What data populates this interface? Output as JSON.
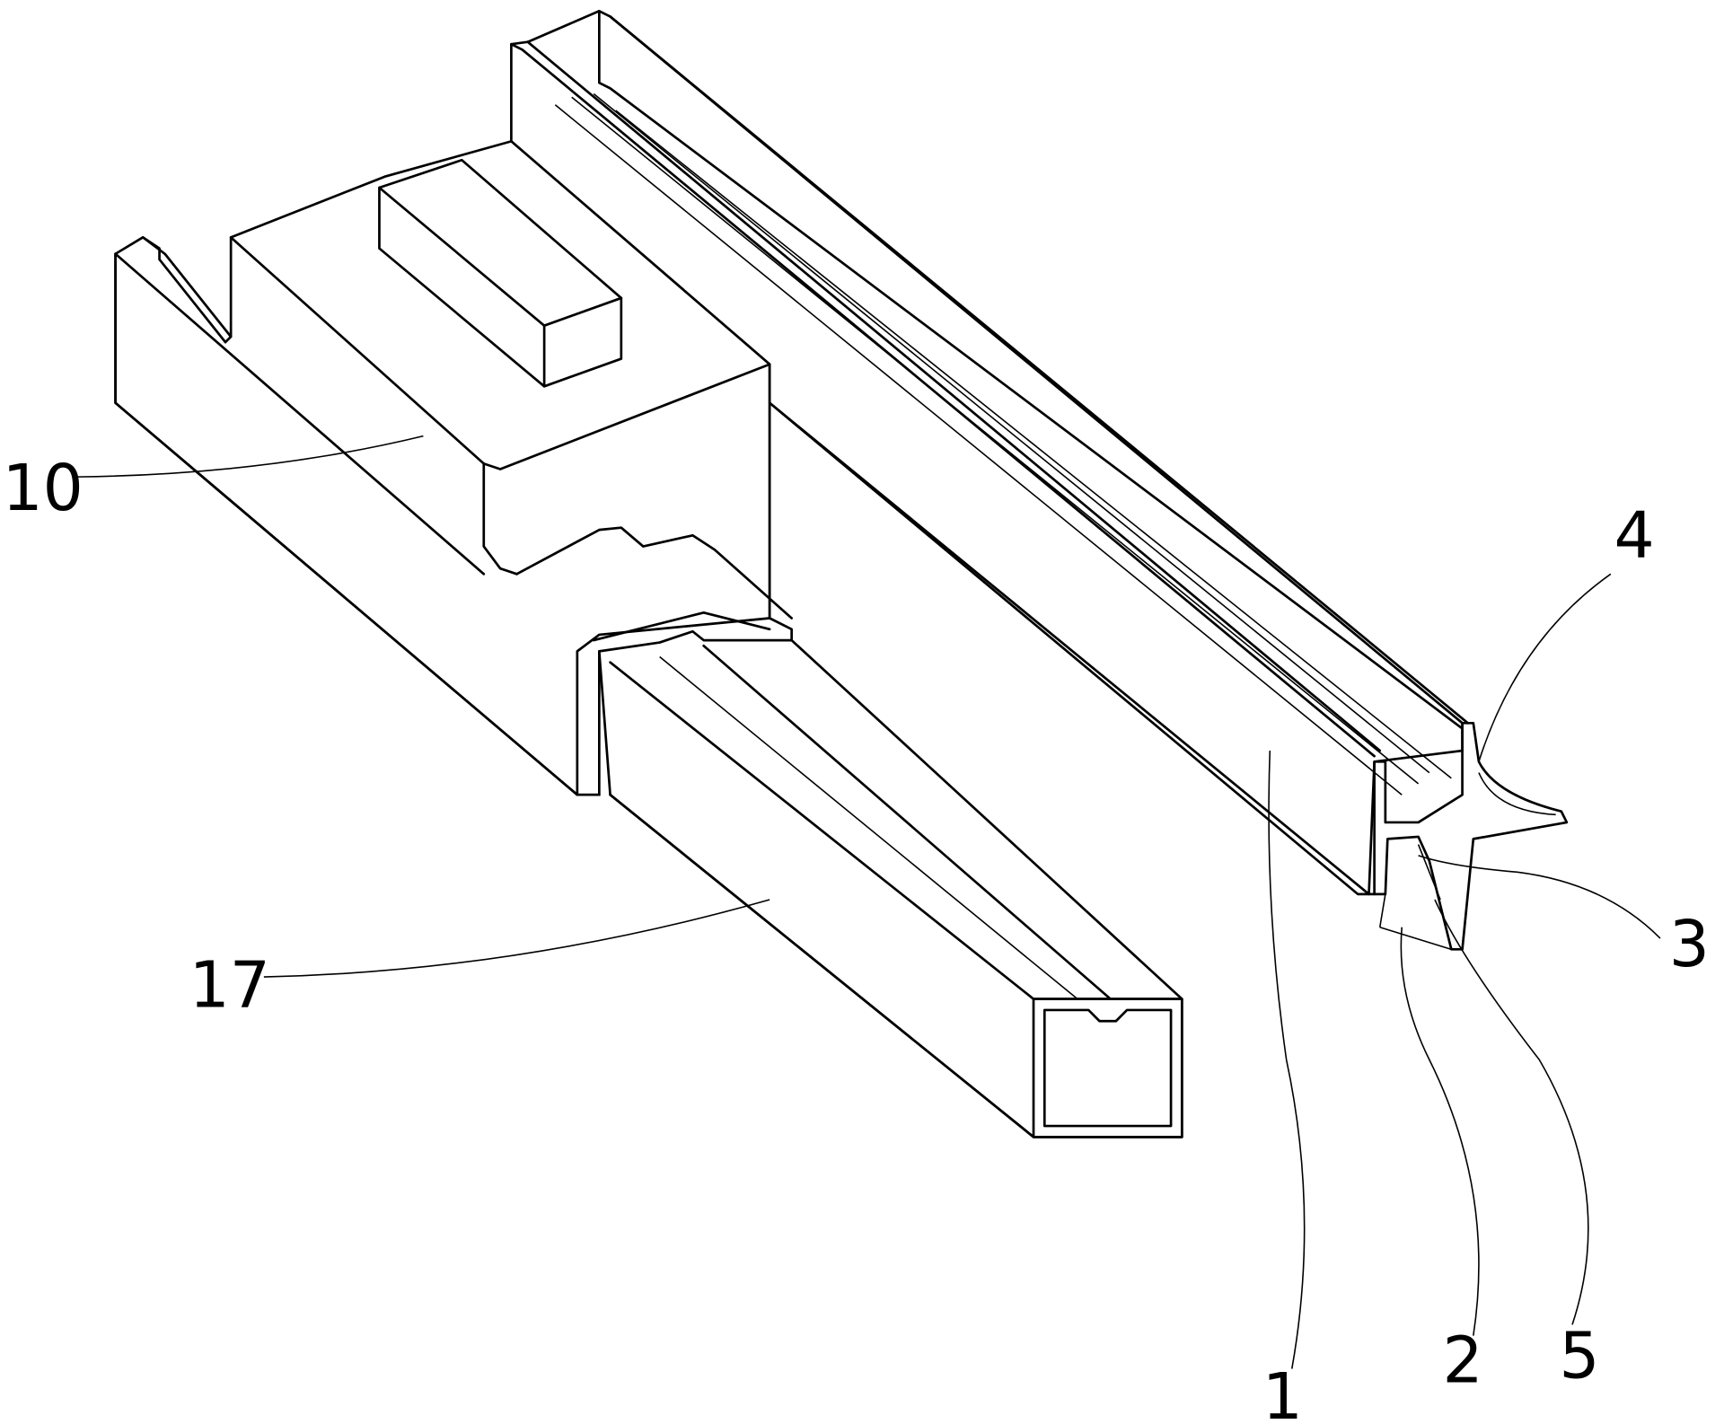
{
  "figure": {
    "labels": {
      "bracket": "10",
      "tube": "17",
      "rail_body": "1",
      "lower_slot": "2",
      "web": "5",
      "inner_rib": "3",
      "flange": "4"
    }
  }
}
